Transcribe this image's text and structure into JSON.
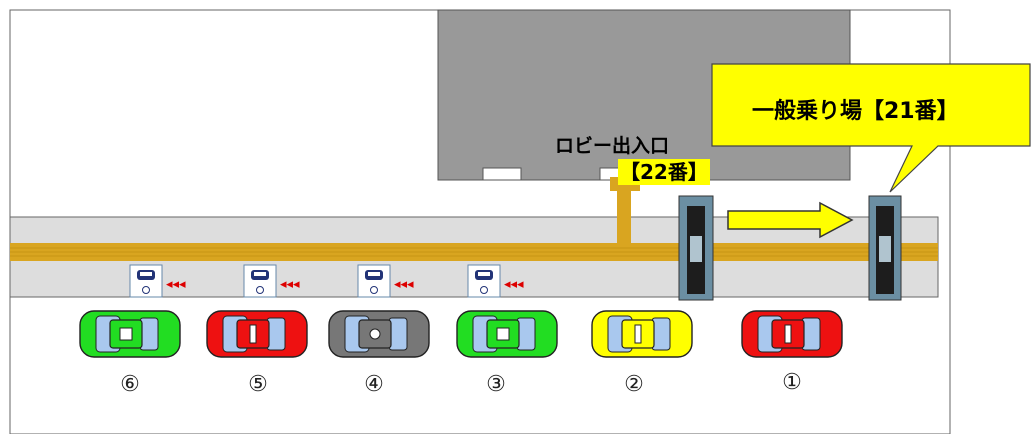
{
  "callout": {
    "label": "一般乗り場【21番】",
    "fill": "#ffff00"
  },
  "lobby": {
    "label": "ロビー出入口",
    "number": "【22番】"
  },
  "cars": [
    {
      "number": "⑥",
      "color": "#22dd22",
      "marker": "square"
    },
    {
      "number": "⑤",
      "color": "#ee1111",
      "marker": "bar"
    },
    {
      "number": "④",
      "color": "#777777",
      "marker": "circle"
    },
    {
      "number": "③",
      "color": "#22dd22",
      "marker": "square"
    },
    {
      "number": "②",
      "color": "#ffff00",
      "marker": "bar"
    },
    {
      "number": "①",
      "color": "#ee1111",
      "marker": "bar"
    }
  ],
  "signs": [
    {
      "icon": "taxi-icon",
      "marks": "◂◂◂"
    },
    {
      "icon": "taxi-icon",
      "marks": "◂◂◂"
    },
    {
      "icon": "taxi-icon",
      "marks": "◂◂◂"
    },
    {
      "icon": "taxi-icon",
      "marks": "◂◂◂"
    }
  ],
  "colors": {
    "building": "#999999",
    "sidewalk": "#dddddd",
    "tactile_paving": "#d9a520",
    "arrow": "#ffff00",
    "sign_arrows": "#dd0000"
  }
}
